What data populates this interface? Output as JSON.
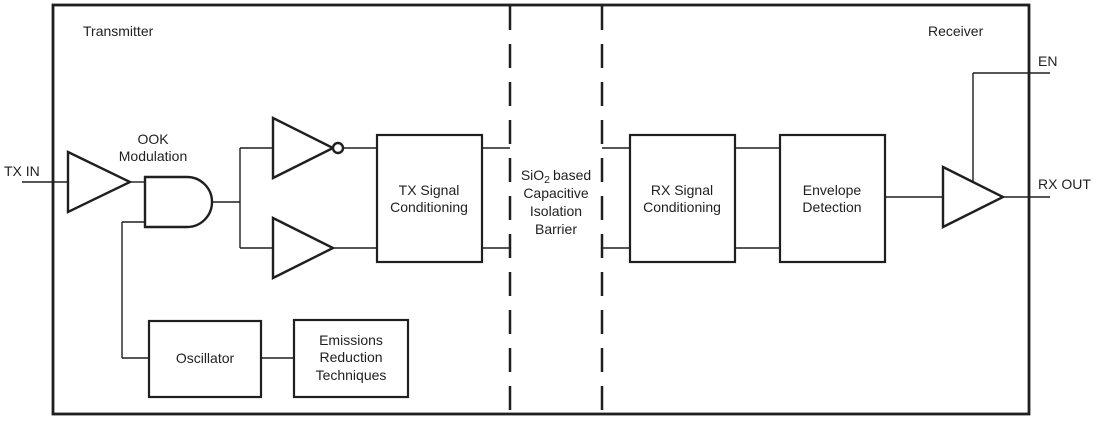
{
  "sections": {
    "transmitter": "Transmitter",
    "receiver": "Receiver"
  },
  "ports": {
    "tx_in": "TX IN",
    "en": "EN",
    "rx_out": "RX OUT"
  },
  "annotations": {
    "ook_modulation_line1": "OOK",
    "ook_modulation_line2": "Modulation"
  },
  "blocks": {
    "tx_signal_conditioning": {
      "line1": "TX Signal",
      "line2": "Conditioning"
    },
    "isolation_barrier": {
      "line1_prefix": "SiO",
      "line1_sub": "2",
      "line1_suffix": "based",
      "line2": "Capacitive",
      "line3": "Isolation",
      "line4": "Barrier"
    },
    "rx_signal_conditioning": {
      "line1": "RX Signal",
      "line2": "Conditioning"
    },
    "envelope_detection": {
      "line1": "Envelope",
      "line2": "Detection"
    },
    "oscillator": {
      "line1": "Oscillator"
    },
    "emissions_reduction": {
      "line1": "Emissions",
      "line2": "Reduction",
      "line3": "Techniques"
    }
  },
  "colors": {
    "stroke": "#1f1f1f",
    "background": "#ffffff"
  }
}
